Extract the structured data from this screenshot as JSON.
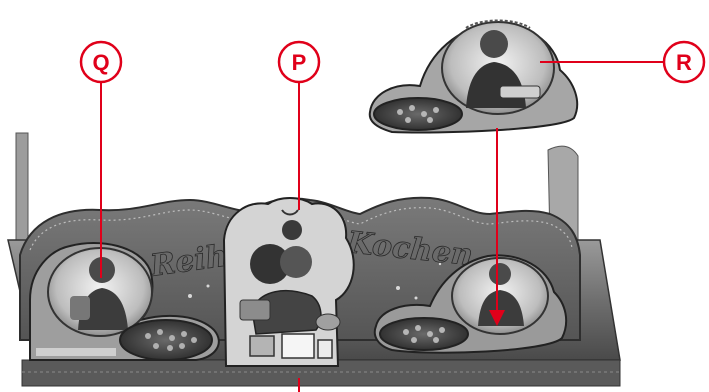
{
  "callouts": [
    {
      "id": "q",
      "label": "Q",
      "color": "#e0001a"
    },
    {
      "id": "p",
      "label": "P",
      "color": "#e0001a"
    },
    {
      "id": "r",
      "label": "R",
      "color": "#e0001a"
    }
  ],
  "panel": {
    "text_left": "Reihe",
    "text_right": "Kochen"
  },
  "colors": {
    "callout": "#e0001a",
    "tray_dark": "#3a3a3a",
    "tray_mid": "#8a8a8a",
    "tray_light": "#d8d8d8"
  }
}
